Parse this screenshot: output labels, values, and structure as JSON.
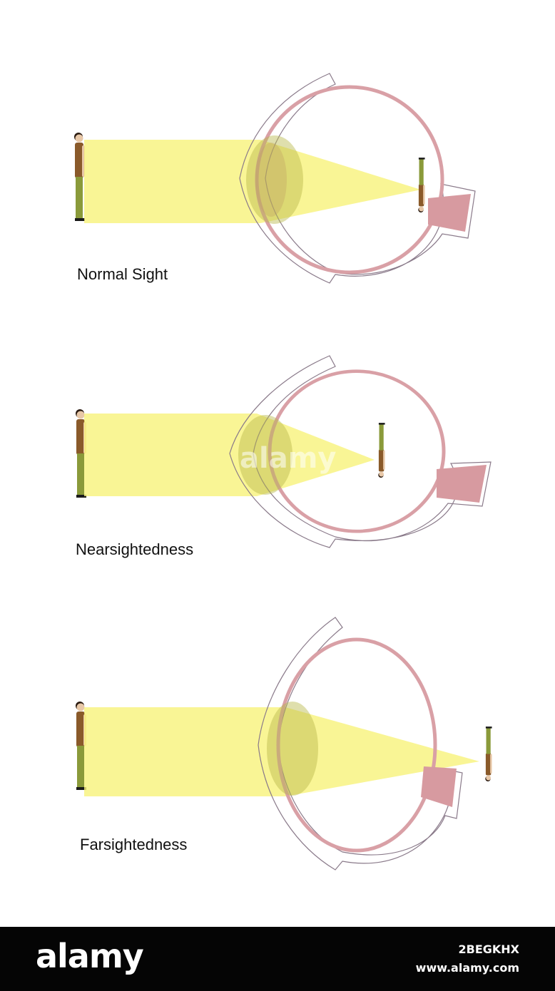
{
  "diagrams": [
    {
      "caption": "Normal Sight"
    },
    {
      "caption": "Nearsightedness"
    },
    {
      "caption": "Farsightedness"
    }
  ],
  "watermark": {
    "text": "alamy"
  },
  "footer": {
    "brand": "alamy",
    "image_id": "2BEGKHX",
    "site": "www.alamy.com"
  },
  "colors": {
    "light_beam": "#f8f27a",
    "sclera_line": "#8a7a8a",
    "choroid": "#d9a0a6",
    "optic_nerve": "#d79aa0",
    "lens": "#b8b84a",
    "person_shirt": "#8a5a2a",
    "person_pants": "#8a9a3a"
  }
}
